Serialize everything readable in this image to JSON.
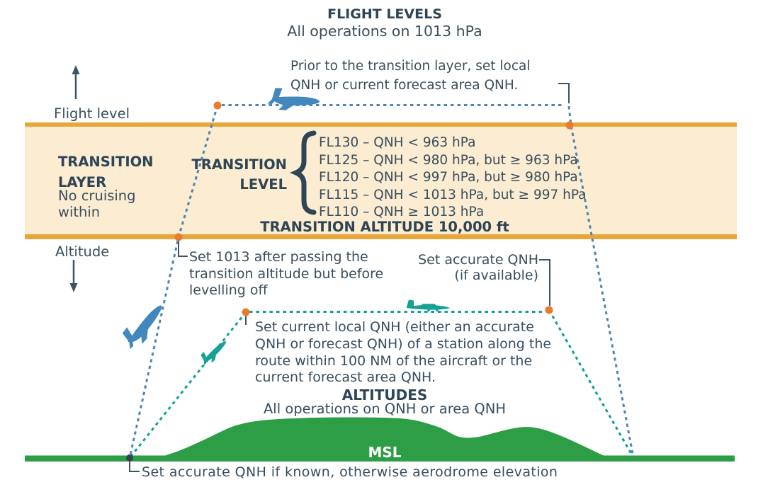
{
  "colors": {
    "ink": "#3a4e5e",
    "heading": "#2e4554",
    "band_fill": "#fbecd2",
    "band_border": "#e7a63a",
    "blue_dash": "#4d86b0",
    "teal_dash": "#0fa096",
    "orange_dot": "#e87b30",
    "green": "#2d9e46",
    "jet_blue": "#4287bd",
    "plane_teal": "#16a195",
    "connector": "#3e5463",
    "ground_dot": "#36414f",
    "msl_text": "#ffffff"
  },
  "flight_levels": {
    "title": "FLIGHT LEVELS",
    "subtitle": "All operations on 1013 hPa"
  },
  "axis": {
    "flight_level": "Flight level",
    "altitude": "Altitude"
  },
  "notes": {
    "prior": [
      "Prior to the transition layer, set local",
      "QNH or current forecast area QNH."
    ],
    "set1013": [
      "Set 1013 after passing the",
      "transition altitude but before",
      "levelling off"
    ],
    "accurate": [
      "Set accurate QNH",
      "(if available)"
    ],
    "current": [
      "Set current local QNH (either an accurate",
      "QNH or forecast QNH) of a station along the",
      "route within 100 NM of the aircraft or the",
      "current forecast area QNH."
    ],
    "ground": "Set accurate QNH if known, otherwise aerodrome elevation"
  },
  "transition": {
    "layer_title": [
      "TRANSITION",
      "LAYER"
    ],
    "layer_sub": [
      "No cruising",
      "within"
    ],
    "level_label": [
      "TRANSITION",
      "LEVEL"
    ],
    "levels": [
      "FL130 – QNH < 963 hPa",
      "FL125 – QNH < 980 hPa, but ≥ 963 hPa",
      "FL120 – QNH < 997 hPa, but ≥ 980 hPa",
      "FL115 – QNH < 1013 hPa, but ≥ 997 hPa",
      "FL110 – QNH ≥ 1013 hPa"
    ],
    "altitude_label": "TRANSITION ALTITUDE 10,000 ft"
  },
  "altitudes": {
    "title": "ALTITUDES",
    "subtitle": "All operations on QNH or area QNH",
    "msl": "MSL"
  }
}
